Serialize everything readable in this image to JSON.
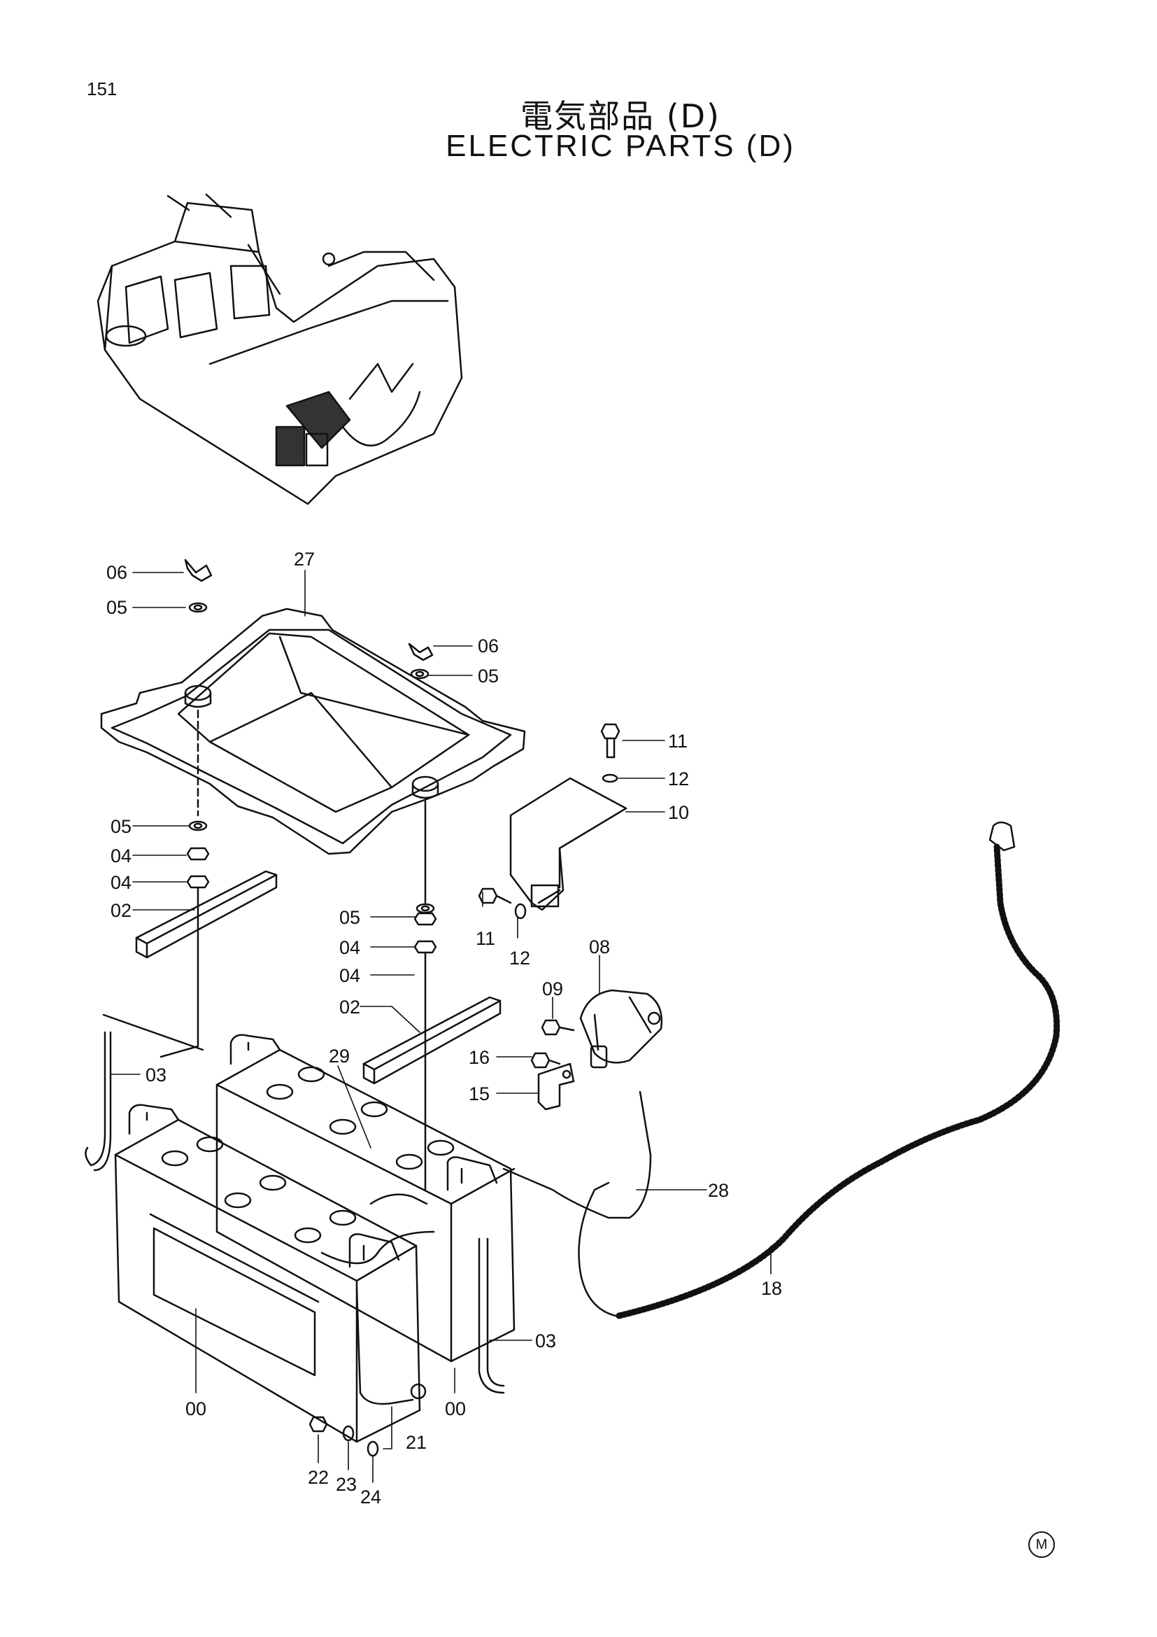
{
  "page_number": "151",
  "title_jp": "電気部品 (D)",
  "title_en": "ELECTRIC  PARTS  (D)",
  "mark": "M",
  "callouts": [
    {
      "id": "c06a",
      "text": "06"
    },
    {
      "id": "c05a",
      "text": "05"
    },
    {
      "id": "c27",
      "text": "27"
    },
    {
      "id": "c06b",
      "text": "06"
    },
    {
      "id": "c05b",
      "text": "05"
    },
    {
      "id": "c11a",
      "text": "11"
    },
    {
      "id": "c12a",
      "text": "12"
    },
    {
      "id": "c10",
      "text": "10"
    },
    {
      "id": "c05c",
      "text": "05"
    },
    {
      "id": "c04a",
      "text": "04"
    },
    {
      "id": "c04b",
      "text": "04"
    },
    {
      "id": "c02a",
      "text": "02"
    },
    {
      "id": "c05d",
      "text": "05"
    },
    {
      "id": "c11b",
      "text": "11"
    },
    {
      "id": "c12b",
      "text": "12"
    },
    {
      "id": "c04c",
      "text": "04"
    },
    {
      "id": "c04d",
      "text": "04"
    },
    {
      "id": "c02b",
      "text": "02"
    },
    {
      "id": "c08",
      "text": "08"
    },
    {
      "id": "c09",
      "text": "09"
    },
    {
      "id": "c29",
      "text": "29"
    },
    {
      "id": "c16",
      "text": "16"
    },
    {
      "id": "c15",
      "text": "15"
    },
    {
      "id": "c03a",
      "text": "03"
    },
    {
      "id": "c28",
      "text": "28"
    },
    {
      "id": "c18",
      "text": "18"
    },
    {
      "id": "c03b",
      "text": "03"
    },
    {
      "id": "c00a",
      "text": "00"
    },
    {
      "id": "c00b",
      "text": "00"
    },
    {
      "id": "c21",
      "text": "21"
    },
    {
      "id": "c22",
      "text": "22"
    },
    {
      "id": "c23",
      "text": "23"
    },
    {
      "id": "c24",
      "text": "24"
    }
  ]
}
